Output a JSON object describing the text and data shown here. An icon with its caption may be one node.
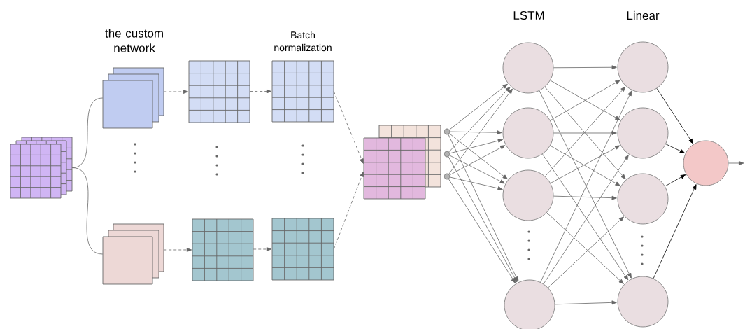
{
  "diagram": {
    "nodes": [
      {
        "text": [],
        "shape": "grid"
      },
      {
        "text": [],
        "shape": "box"
      },
      {
        "text": [],
        "shape": "box"
      },
      {
        "text": [],
        "shape": "grid"
      },
      {
        "text": [],
        "shape": "grid"
      },
      {
        "text": [],
        "shape": "grid"
      },
      {
        "text": [],
        "shape": "grid"
      },
      {
        "text": [],
        "shape": "grid"
      },
      {
        "text": [],
        "shape": "circle"
      },
      {
        "text": [],
        "shape": "circle"
      },
      {
        "text": [],
        "shape": "circle"
      },
      {
        "text": [],
        "shape": "circle"
      },
      {
        "text": [],
        "shape": "circle"
      },
      {
        "text": [],
        "shape": "circle"
      },
      {
        "text": [],
        "shape": "circle"
      },
      {
        "text": [],
        "shape": "circle"
      },
      {
        "text": [],
        "shape": "circle"
      },
      {
        "text": [],
        "shape": "circle"
      },
      {
        "text": [],
        "shape": "circle"
      },
      {
        "text": [],
        "shape": "circle"
      }
    ],
    "edges": [
      {
        "from": 0,
        "to": 1,
        "arrow": "none"
      },
      {
        "from": 0,
        "to": 2,
        "arrow": "none"
      },
      {
        "from": 1,
        "to": 3,
        "arrow": "to",
        "style": "dashed"
      },
      {
        "from": 3,
        "to": 5,
        "arrow": "to",
        "style": "dashed"
      },
      {
        "from": 2,
        "to": 4,
        "arrow": "to",
        "style": "dashed"
      },
      {
        "from": 4,
        "to": 6,
        "arrow": "to",
        "style": "dashed"
      },
      {
        "from": 5,
        "to": 7,
        "arrow": "to",
        "style": "dashed"
      },
      {
        "from": 6,
        "to": 7,
        "arrow": "to",
        "style": "dashed"
      },
      {
        "from": 8,
        "to": 11,
        "arrow": "to"
      },
      {
        "from": 8,
        "to": 12,
        "arrow": "to"
      },
      {
        "from": 8,
        "to": 13,
        "arrow": "to"
      },
      {
        "from": 8,
        "to": 14,
        "arrow": "to"
      },
      {
        "from": 9,
        "to": 11,
        "arrow": "to"
      },
      {
        "from": 9,
        "to": 12,
        "arrow": "to"
      },
      {
        "from": 9,
        "to": 13,
        "arrow": "to"
      },
      {
        "from": 9,
        "to": 14,
        "arrow": "to"
      },
      {
        "from": 10,
        "to": 11,
        "arrow": "to"
      },
      {
        "from": 10,
        "to": 12,
        "arrow": "to"
      },
      {
        "from": 10,
        "to": 13,
        "arrow": "to"
      },
      {
        "from": 10,
        "to": 14,
        "arrow": "to"
      },
      {
        "from": 11,
        "to": 15,
        "arrow": "to"
      },
      {
        "from": 11,
        "to": 16,
        "arrow": "to"
      },
      {
        "from": 11,
        "to": 17,
        "arrow": "to"
      },
      {
        "from": 11,
        "to": 18,
        "arrow": "to"
      },
      {
        "from": 12,
        "to": 15,
        "arrow": "to"
      },
      {
        "from": 12,
        "to": 16,
        "arrow": "to"
      },
      {
        "from": 12,
        "to": 17,
        "arrow": "to"
      },
      {
        "from": 12,
        "to": 18,
        "arrow": "to"
      },
      {
        "from": 13,
        "to": 15,
        "arrow": "to"
      },
      {
        "from": 13,
        "to": 16,
        "arrow": "to"
      },
      {
        "from": 13,
        "to": 17,
        "arrow": "to"
      },
      {
        "from": 13,
        "to": 18,
        "arrow": "to"
      },
      {
        "from": 14,
        "to": 15,
        "arrow": "to"
      },
      {
        "from": 14,
        "to": 16,
        "arrow": "to"
      },
      {
        "from": 14,
        "to": 17,
        "arrow": "to"
      },
      {
        "from": 14,
        "to": 18,
        "arrow": "to"
      },
      {
        "from": 15,
        "to": 19,
        "arrow": "to",
        "color": "#000000"
      },
      {
        "from": 16,
        "to": 19,
        "arrow": "to",
        "color": "#000000"
      },
      {
        "from": 17,
        "to": 19,
        "arrow": "to",
        "color": "#000000"
      },
      {
        "from": 18,
        "to": 19,
        "arrow": "to",
        "color": "#000000"
      },
      {
        "from": 19,
        "to": null,
        "arrow": "to"
      }
    ],
    "labels": [
      "the custom network",
      "Batch normalization",
      "LSTM",
      "Linear"
    ]
  }
}
